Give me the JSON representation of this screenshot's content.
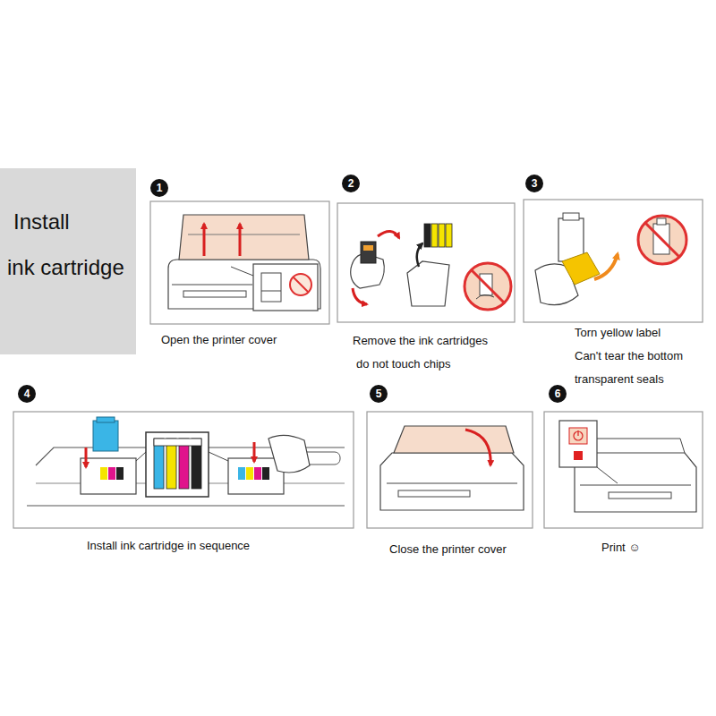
{
  "diagram": {
    "nodes": [
      {
        "text": [
          "Install",
          "ink cartridge"
        ]
      },
      {
        "text": [
          "1"
        ]
      },
      {
        "text": [
          "2"
        ]
      },
      {
        "text": [
          "3"
        ]
      },
      {
        "text": [
          "4"
        ]
      },
      {
        "text": [
          "5"
        ]
      },
      {
        "text": [
          "6"
        ]
      }
    ],
    "labels": [
      "Open the printer cover",
      "Remove the ink cartridges",
      "do not touch chips",
      "Torn yellow label",
      "Can't tear the bottom transparent seals",
      "Install ink cartridge in sequence",
      "Close the printer cover",
      "Print ☺"
    ]
  }
}
